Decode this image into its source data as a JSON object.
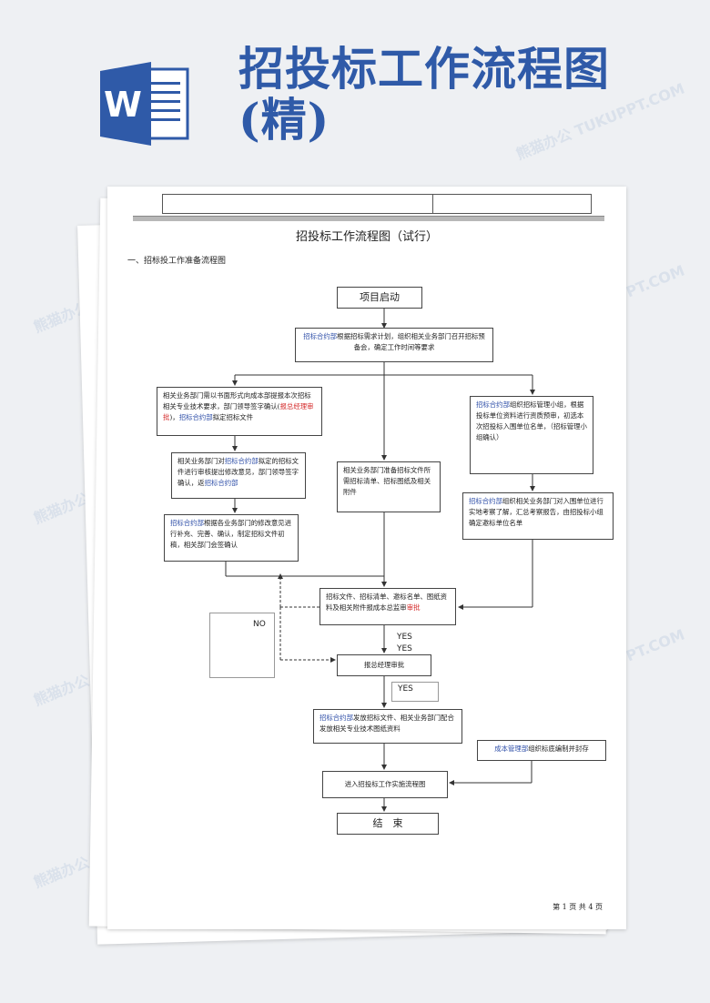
{
  "header": {
    "title": "招投标工作流程图(精)",
    "icon": "word-document-icon",
    "accent_color": "#2f5aa8"
  },
  "page": {
    "heading": "招投标工作流程图（试行）",
    "section": "一、招标投工作准备流程图",
    "footer": "第 1 页 共 4 页"
  },
  "flowchart": {
    "start": "项目启动",
    "plan": {
      "dept": "招标合约部",
      "text": "根据招标需求计划，组织相关业务部门召开招标预备会，确定工作时间等要求"
    },
    "left1": {
      "text1": "相关业务部门需以书面形式向成本部提报本次招标相关专业技术要求，部门领导签字确认(",
      "red": "报总经理审批",
      "text2": ")，",
      "dept": "招标合约部",
      "text3": "拟定招标文件"
    },
    "left2": {
      "text1": "相关业务部门对",
      "dept1": "招标合约部",
      "text2": "拟定的招标文件进行审核提出修改意见，部门领导签字确认，返",
      "dept2": "招标合约部"
    },
    "left3": {
      "dept": "招标合约部",
      "text": "根据各业务部门的修改意见进行补充、完善、确认，制定招标文件初稿，相关部门会签确认"
    },
    "middle": {
      "text": "相关业务部门准备招标文件所需招标清单、招标图纸及相关附件"
    },
    "right1": {
      "dept": "招标合约部",
      "text": "组织招标管理小组，根据投标单位资料进行资质预审，初选本次招投标入围单位名单，（招标管理小组确认）"
    },
    "right2": {
      "dept": "招标合约部",
      "text": "组织相关业务部门对入围单位进行实地考察了解，汇总考察报告，由招投标小组确定邀标单位名单"
    },
    "merge": {
      "text": "招标文件、招标清单、邀标名单、图纸资料及相关附件报成本总监审",
      "red": "审批"
    },
    "no_label": "NO",
    "yes_labels": [
      "YES",
      "YES",
      "YES"
    ],
    "gm_approval": "报总经理审批",
    "issue": {
      "dept": "招标合约部",
      "text": "发放招标文件、相关业务部门配合发放相关专业技术图纸资料"
    },
    "cost": {
      "dept": "成本管理部",
      "text": "组织标底编制并封存"
    },
    "next_flow": "进入招投标工作实施流程图",
    "end": "结　束"
  },
  "watermark_text": "熊猫办公 TUKUPPT.COM"
}
